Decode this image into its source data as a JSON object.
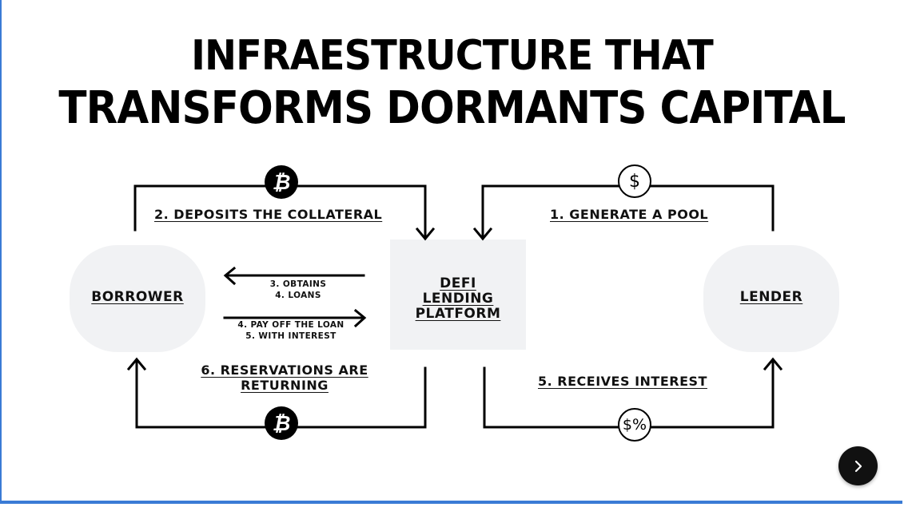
{
  "title": {
    "line1": "INFRAESTRUCTURE THAT",
    "line2": "TRANSFORMS DORMANTS CAPITAL"
  },
  "nodes": {
    "borrower": "BORROWER",
    "platform": [
      "DEFI",
      "LENDING",
      "PLATFORM"
    ],
    "lender": "LENDER"
  },
  "steps": {
    "deposits": "2. DEPOSITS THE COLLATERAL",
    "generate": "1. GENERATE A POOL",
    "obtains": "3. OBTAINS",
    "loans": "4. LOANS",
    "pay_off": "4. PAY OFF THE LOAN",
    "with_interest": "5. WITH INTEREST",
    "reservations_1": "6. RESERVATIONS ARE",
    "reservations_2": "RETURNING",
    "receives": "5. RECEIVES INTEREST"
  },
  "coins": {
    "bitcoin_symbol": "₿",
    "dollar_symbol": "$",
    "interest_symbol": "$%"
  },
  "icons": [
    "bitcoin-icon",
    "dollar-icon",
    "dollar-percent-icon",
    "chevron-right-icon"
  ],
  "colors": {
    "ink": "#000000",
    "node_fill": "#f1f2f4",
    "frame_accent": "#3a7bd5"
  }
}
